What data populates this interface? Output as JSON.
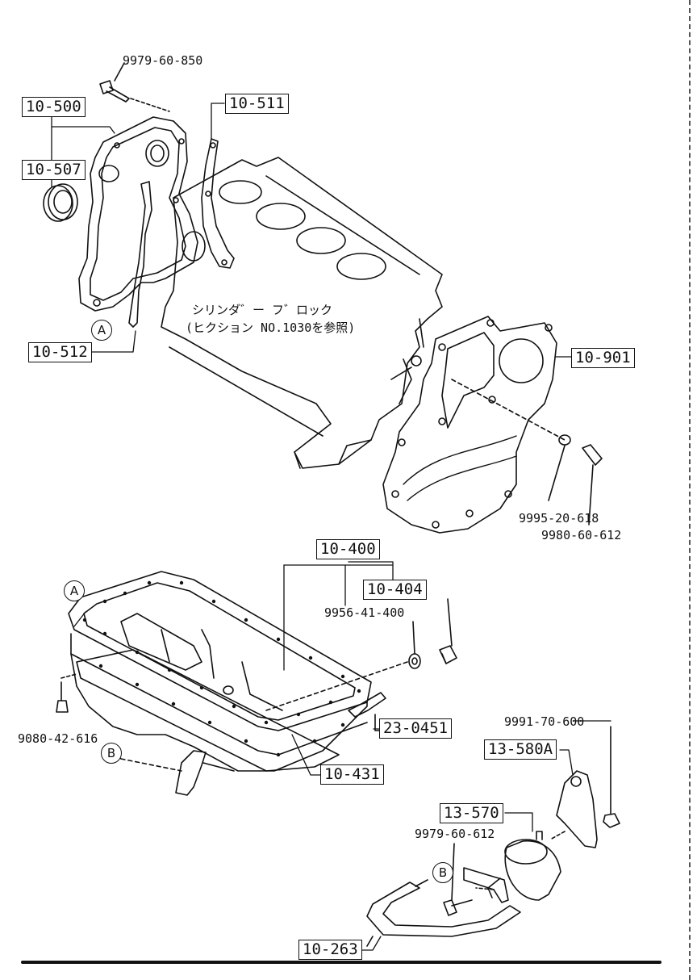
{
  "callouts": {
    "front_cover": "10-500",
    "oil_seal": "10-507",
    "gasket_a": "10-511",
    "gasket_b": "10-512",
    "end_plate": "10-901",
    "oil_pan": "10-400",
    "drain_plug": "10-404",
    "pan_gasket": "10-431",
    "dipstick_hose": "23-0451",
    "bracket": "13-580A",
    "filter": "13-570",
    "hose": "10-263"
  },
  "part_numbers": {
    "bolt_top": "9979-60-850",
    "washer_end_plate": "9995-20-618",
    "bolt_end_plate": "9980-60-612",
    "washer_drain": "9956-41-400",
    "bolt_pan": "9080-42-616",
    "nut_bracket": "9991-70-600",
    "bolt_filter": "9979-60-612"
  },
  "markers": {
    "a_top": "A",
    "a_pan": "A",
    "b_pan": "B",
    "b_filter": "B"
  },
  "note": {
    "line1": "シリンダ゛ー フ゛ロック",
    "line2": "(ヒクション NO.1030を参照)"
  }
}
